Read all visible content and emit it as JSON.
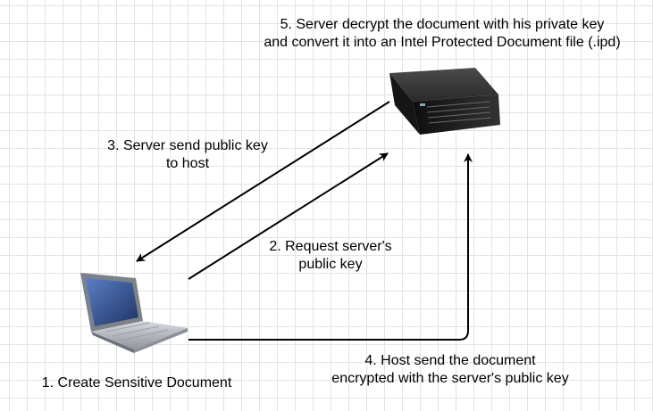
{
  "labels": {
    "step1": "1. Create Sensitive Document",
    "step2_line1": "2. Request server's",
    "step2_line2": "public key",
    "step3_line1": "3. Server send public key",
    "step3_line2": "to host",
    "step4_line1": "4. Host send the document",
    "step4_line2": "encrypted with the server's public key",
    "step5_line1": "5. Server decrypt the document with his private key",
    "step5_line2": "and convert it into an Intel Protected Document file (.ipd)"
  },
  "icons": {
    "server": "server-icon",
    "laptop": "laptop-icon"
  },
  "colors": {
    "arrow": "#000000",
    "grid": "#e3e3e3",
    "server_body": "#1c1c1c",
    "laptop_screen": "#3a5a9a",
    "laptop_body": "#b8bcc4"
  }
}
